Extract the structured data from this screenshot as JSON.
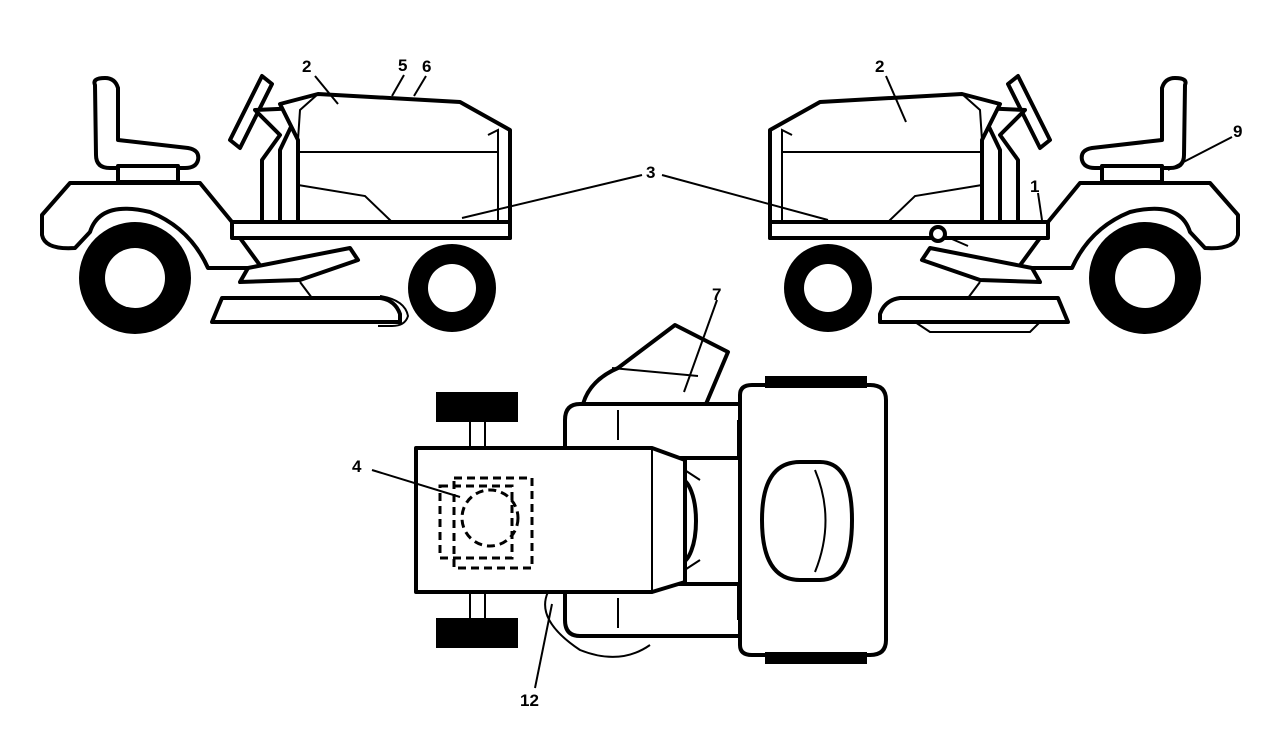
{
  "labels": {
    "l2_left": "2",
    "l5": "5",
    "l6": "6",
    "l2_right": "2",
    "l3": "3",
    "l9": "9",
    "l1": "1",
    "l7": "7",
    "l4": "4",
    "l12": "12"
  }
}
